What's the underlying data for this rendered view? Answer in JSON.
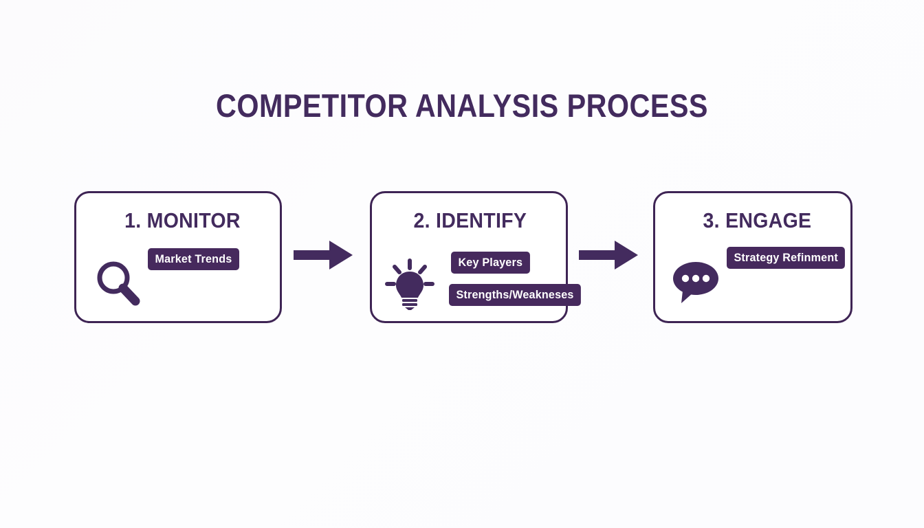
{
  "page": {
    "title": "COMPETITOR ANALYSIS PROCESS",
    "background_color": "#fdfdfe",
    "accent_color": "#432b5e",
    "tag_fill_color": "#46295d",
    "card_border_color": "#3e2454",
    "tag_text_color": "#ffffff"
  },
  "steps": [
    {
      "heading": "1. MONITOR",
      "icon": "magnifier-icon",
      "tags": [
        "Market Trends"
      ]
    },
    {
      "heading": "2. IDENTIFY",
      "icon": "lightbulb-icon",
      "tags": [
        "Key Players",
        "Strengths/Weakneses"
      ]
    },
    {
      "heading": "3. ENGAGE",
      "icon": "speech-bubble-icon",
      "tags": [
        "Strategy Refinment"
      ]
    }
  ],
  "connectors": [
    {
      "name": "arrow-monitor-to-identify",
      "direction": "right"
    },
    {
      "name": "arrow-identify-to-engage",
      "direction": "right"
    }
  ]
}
